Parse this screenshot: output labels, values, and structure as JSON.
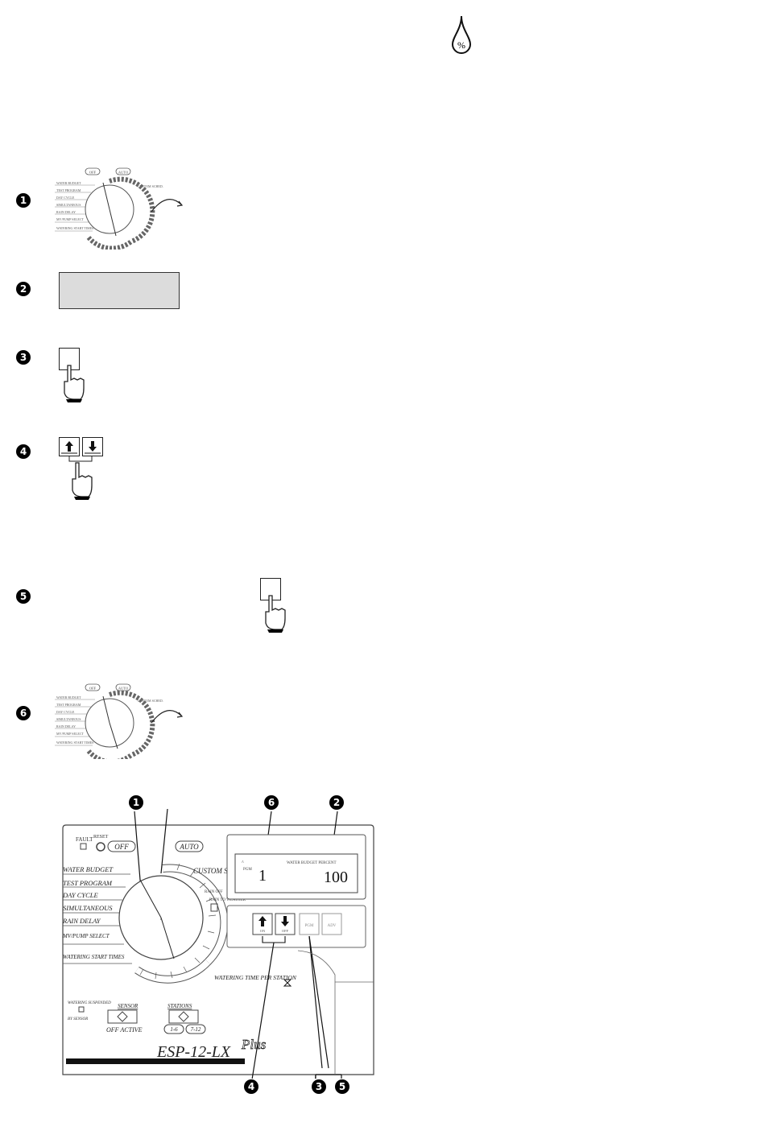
{
  "header_icon": "water-drop-percent-icon",
  "header_icon_text": "%",
  "steps": [
    {
      "num": "1"
    },
    {
      "num": "2"
    },
    {
      "num": "3"
    },
    {
      "num": "4"
    },
    {
      "num": "5"
    },
    {
      "num": "6"
    }
  ],
  "dial_small": {
    "off_label": "OFF",
    "auto_label": "AUTO",
    "left_labels": [
      "WATER BUDGET",
      "TEST PROGRAM",
      "DAY CYCLE",
      "SIMULTANEOUS",
      "RAIN DELAY",
      "MV/PUMP SELECT",
      "WATERING START TIMES"
    ],
    "right_labels": [
      "CUSTOM SCHED."
    ]
  },
  "callouts": {
    "top": [
      "1",
      "6",
      "2"
    ],
    "bottom": [
      "4",
      "3",
      "5"
    ]
  },
  "controller": {
    "fault_label": "FAULT",
    "reset_label": "RESET",
    "off_label": "OFF",
    "auto_label": "AUTO",
    "dial_left_labels": [
      "WATER BUDGET",
      "TEST PROGRAM",
      "DAY CYCLE",
      "SIMULTANEOUS",
      "RAIN DELAY",
      "MV/PUMP SELECT",
      "WATERING START TIMES"
    ],
    "dial_right_labels": [
      "CUSTOM SCHED.",
      "RAIN OFF",
      "RAIN TO WEATHER"
    ],
    "display": {
      "pgm_label": "PGM",
      "pgm_value": "1",
      "budget_label": "WATER BUDGET PERCENT",
      "budget_value": "100"
    },
    "buttons": {
      "up_label": "ON",
      "down_label": "OFF",
      "pgm_label": "PGM",
      "adv_label": "ADV",
      "up_icon": "up-arrow-icon",
      "down_icon": "down-arrow-icon"
    },
    "watering_time_label": "WATERING TIME PER STATION",
    "rain_label": "WATERING SUSPENDED",
    "by_sensor_label": "BY SENSOR",
    "sensor_label": "SENSOR",
    "sensor_status": "OFF ACTIVE",
    "stations_label": "STATIONS",
    "stations_range_1": "1-6",
    "stations_range_2": "7-12",
    "model": "ESP-12-LX",
    "model_suffix": "Plus"
  }
}
